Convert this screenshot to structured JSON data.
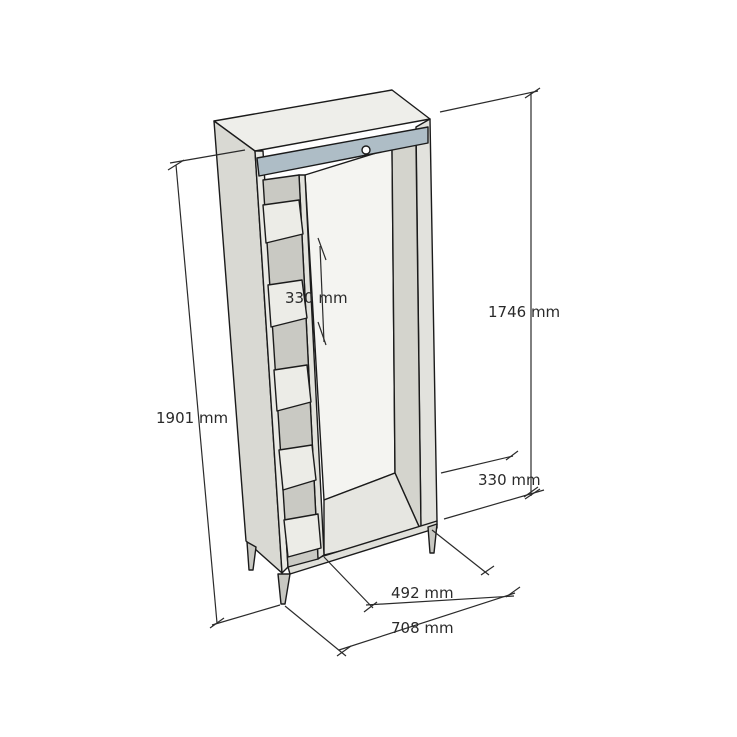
{
  "colors": {
    "panel_front": "#e9e9e4",
    "panel_side": "#d6d6d0",
    "panel_top": "#eeeeea",
    "shadow": "#bdbdb6",
    "drawer_front": "#aebdc6",
    "leg": "#c8c8c2",
    "line": "#1b1b1b"
  },
  "dimensions": {
    "total_height": "1901 mm",
    "inner_height": "1746 mm",
    "shelf_spacing": "330 mm",
    "depth": "330 mm",
    "inner_width": "492 mm",
    "total_width": "708 mm"
  }
}
